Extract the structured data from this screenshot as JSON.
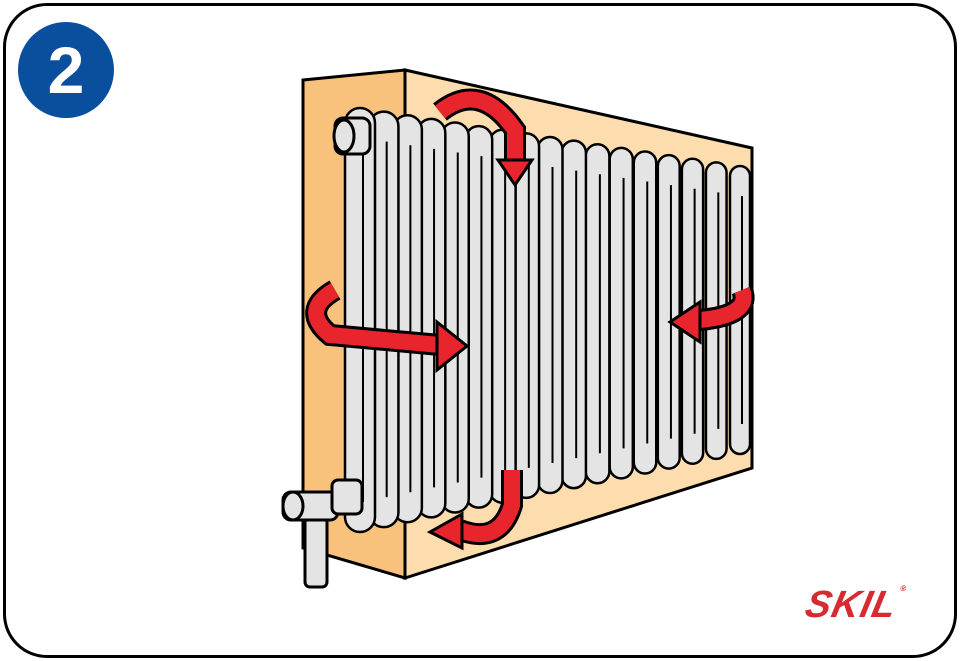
{
  "step": {
    "number": "2"
  },
  "brand": {
    "name": "SKIL",
    "mark": "®",
    "color": "#d62b31"
  },
  "colors": {
    "badge": "#0a4f9e",
    "wall_side": "#f8c27c",
    "wall_back": "#fddcae",
    "radiator": "#e4e4e4",
    "arrow": "#e8242d"
  },
  "illustration": {
    "radiator_sections": 17
  }
}
